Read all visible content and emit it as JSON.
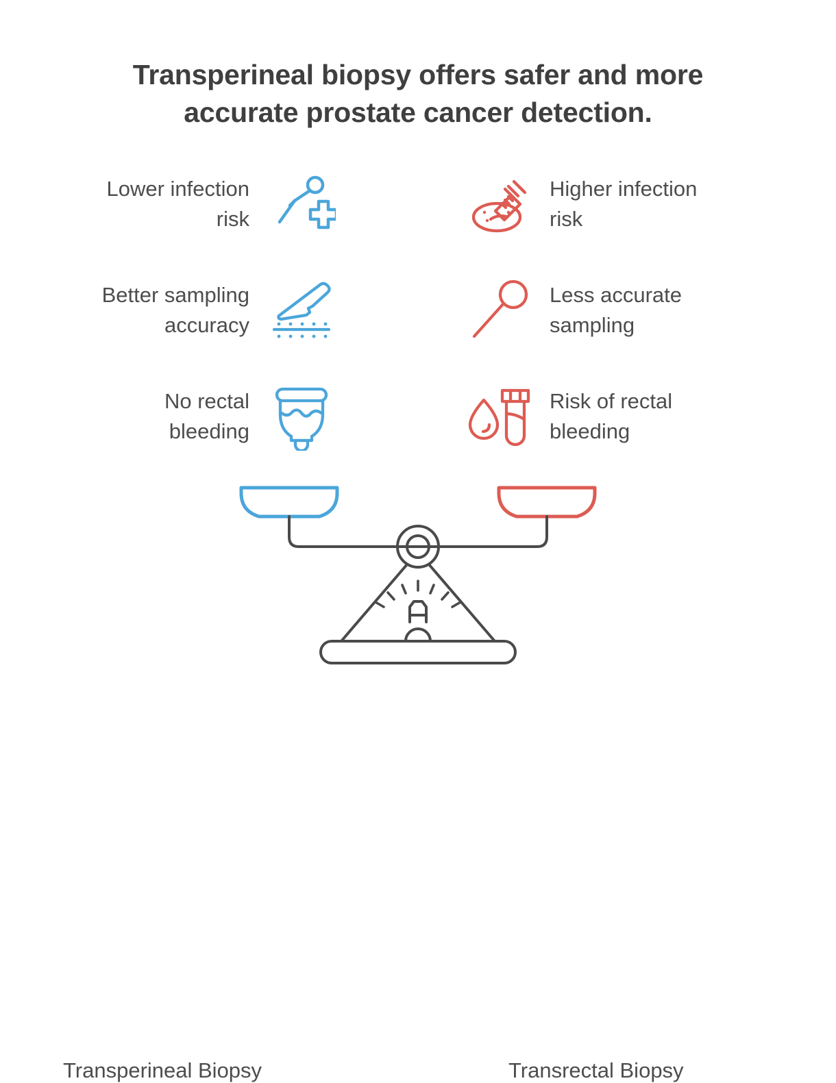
{
  "title": "Transperineal biopsy offers safer and more\naccurate prostate cancer detection.",
  "colors": {
    "blue": "#4BA6DA",
    "red": "#DD5C53",
    "text": "#4d4d4d",
    "title_text": "#3f3f3f",
    "outline": "#4a4a4a",
    "background": "#ffffff"
  },
  "comparison": {
    "left_side": {
      "name": "Transperineal Biopsy",
      "color": "#4BA6DA",
      "features": [
        {
          "label": "Lower infection\nrisk",
          "icon": "needle-cross-icon"
        },
        {
          "label": "Better sampling\naccuracy",
          "icon": "scalpel-grid-icon"
        },
        {
          "label": "No rectal\nbleeding",
          "icon": "collection-cup-icon"
        }
      ]
    },
    "right_side": {
      "name": "Transrectal Biopsy",
      "color": "#DD5C53",
      "features": [
        {
          "label": "Higher infection\nrisk",
          "icon": "syringe-petri-dish-icon"
        },
        {
          "label": "Less accurate\nsampling",
          "icon": "pin-probe-icon"
        },
        {
          "label": "Risk of rectal\nbleeding",
          "icon": "blood-drop-test-tube-icon"
        }
      ]
    }
  },
  "scale": {
    "icon": "balance-scale-icon",
    "state": "balanced",
    "left_pan_color": "#4BA6DA",
    "right_pan_color": "#DD5C53",
    "left_caption": "Transperineal Biopsy",
    "right_caption": "Transrectal Biopsy"
  }
}
